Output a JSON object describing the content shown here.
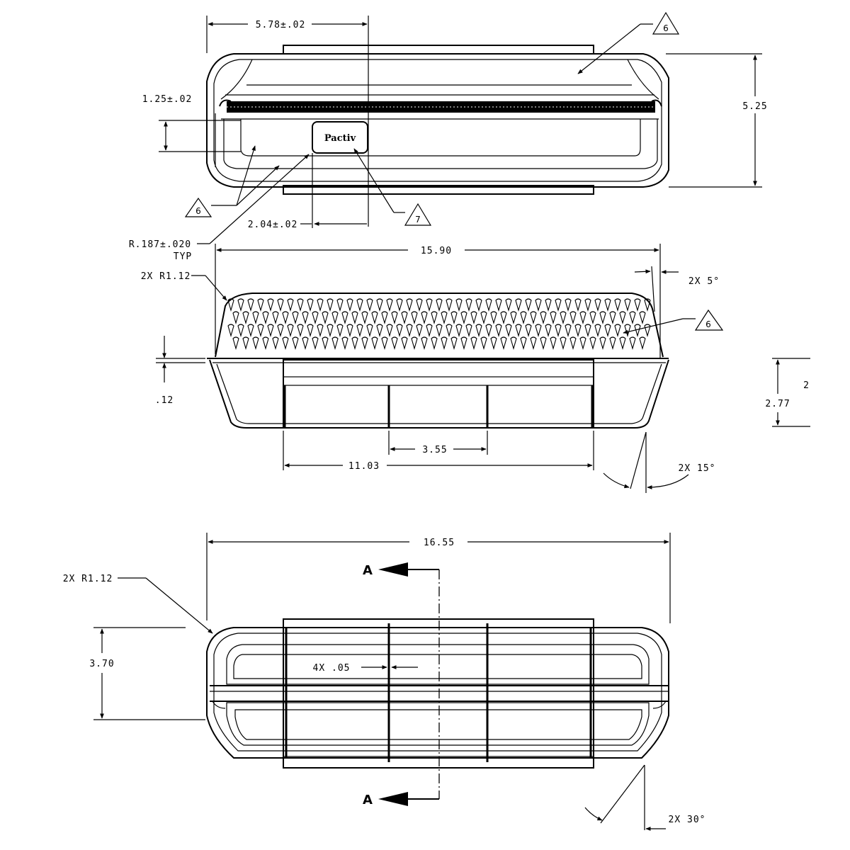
{
  "top_view": {
    "dims": {
      "width_offset": "5.78±.02",
      "height": "5.25",
      "notch_depth": "1.25±.02",
      "label_offset": "2.04±.02",
      "radius": "R.187±.020",
      "radius_typ": "TYP"
    },
    "flags": {
      "a": "6",
      "b": "6",
      "c": "7"
    },
    "logo": "Pactiv"
  },
  "front_view": {
    "dims": {
      "overall_length": "15.90",
      "lid_radius": "2X R1.12",
      "draft_angle": "2X 5°",
      "rim": ".12",
      "height": "2.77",
      "height_cut": "2",
      "spacing": "3.55",
      "inner_length": "11.03",
      "base_angle": "2X 15°"
    },
    "flag": "6"
  },
  "bottom_view": {
    "dims": {
      "overall_length": "16.55",
      "corner_radius": "2X R1.12",
      "depth": "3.70",
      "rib_width": "4X .05",
      "corner_angle": "2X 30°"
    },
    "section_label": "A"
  }
}
